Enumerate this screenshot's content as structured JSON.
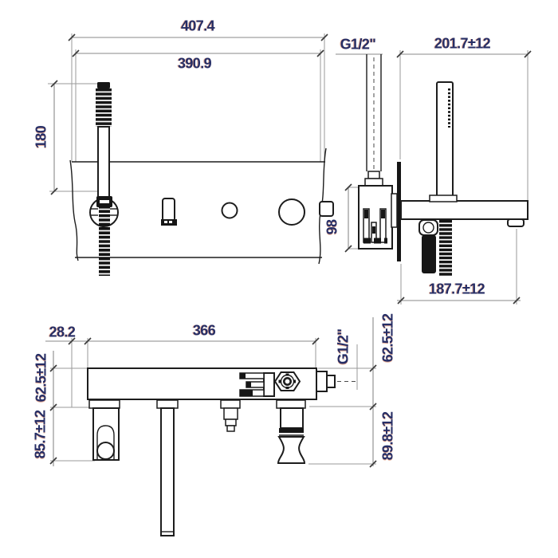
{
  "colors": {
    "background": "#ffffff",
    "object_line": "#1d1d1d",
    "dimension_line": "#8a8a8a",
    "label_text": "#262e66"
  },
  "dimensions": {
    "front": {
      "overall_width": "407.4",
      "inner_width": "390.9",
      "handshower_height": "180"
    },
    "side": {
      "thread": "G1/2\"",
      "overall_depth": "201.7±12",
      "rough_in_height": "98",
      "spout_reach": "187.7±12"
    },
    "plan": {
      "edge_offset": "28.2",
      "body_width": "366",
      "deck_depth_left": "62.5±12",
      "handle_depth": "85.7±12",
      "thread": "G1/2\"",
      "deck_depth_right": "62.5±12",
      "fitting_depth": "89.8±12"
    }
  }
}
